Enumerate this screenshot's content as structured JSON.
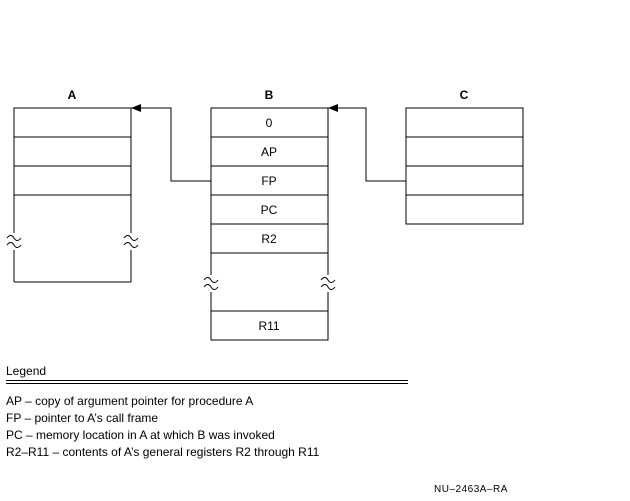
{
  "frames": {
    "a": {
      "title": "A"
    },
    "b": {
      "title": "B",
      "cells": [
        "0",
        "AP",
        "FP",
        "PC",
        "R2",
        "",
        "R11"
      ]
    },
    "c": {
      "title": "C"
    }
  },
  "legend": {
    "title": "Legend",
    "items": [
      "AP – copy of argument pointer for procedure A",
      "FP – pointer to A’s call frame",
      "PC – memory location in A at which B was invoked",
      "R2–R11 – contents of A’s general registers R2 through R11"
    ]
  },
  "figure_id": "NU–2463A–RA",
  "colors": {
    "line": "#000000",
    "background": "#ffffff"
  }
}
